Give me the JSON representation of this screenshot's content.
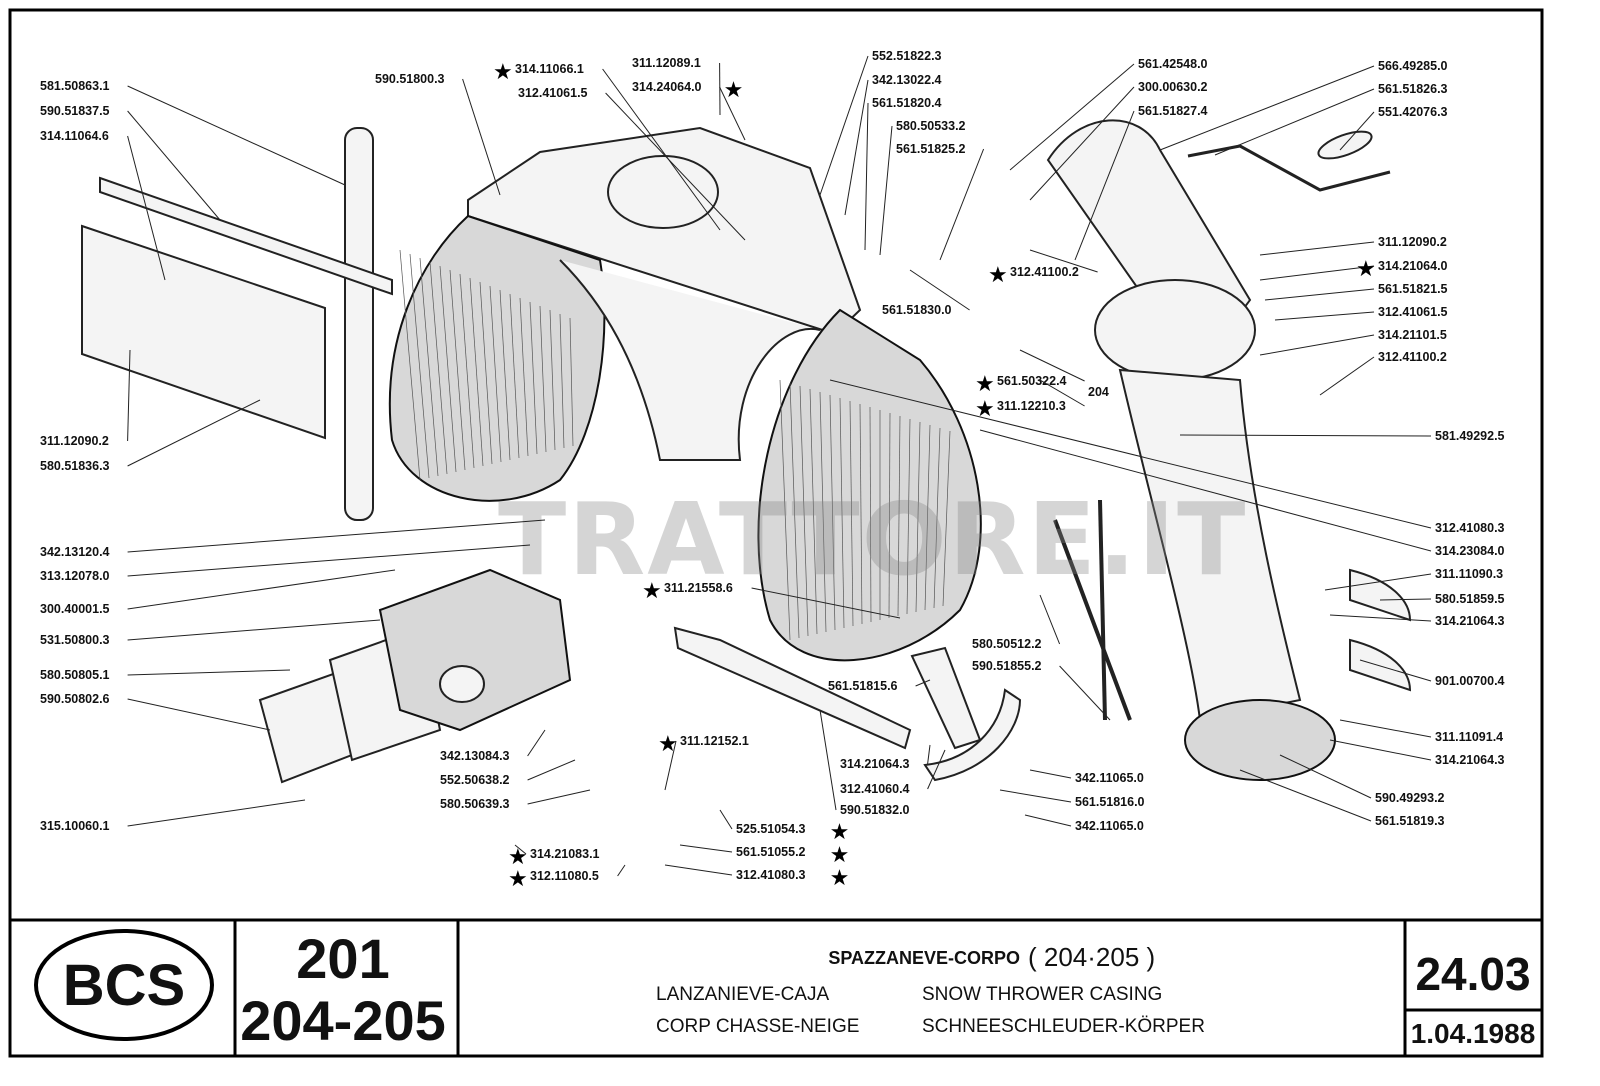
{
  "watermark": "TRATTORE.IT",
  "title_block": {
    "logo": "BCS",
    "models_line1": "201",
    "models_line2": "204-205",
    "title_it": "SPAZZANEVE-CORPO",
    "title_models": "( 204·205 )",
    "title_es": "LANZANIEVE-CAJA",
    "title_en": "SNOW THROWER CASING",
    "title_fr": "CORP CHASSE-NEIGE",
    "title_de": "SCHNEESCHLEUDER-KÖRPER",
    "page_number": "24.03",
    "date": "1.04.1988"
  },
  "callout_204": "204",
  "labels_left": [
    {
      "code": "581.50863.1",
      "star": false
    },
    {
      "code": "590.51837.5",
      "star": false
    },
    {
      "code": "314.11064.6",
      "star": false
    },
    {
      "code": "311.12090.2",
      "star": false
    },
    {
      "code": "580.51836.3",
      "star": false
    },
    {
      "code": "342.13120.4",
      "star": false
    },
    {
      "code": "313.12078.0",
      "star": false
    },
    {
      "code": "300.40001.5",
      "star": false
    },
    {
      "code": "531.50800.3",
      "star": false
    },
    {
      "code": "580.50805.1",
      "star": false
    },
    {
      "code": "590.50802.6",
      "star": false
    },
    {
      "code": "315.10060.1",
      "star": false
    }
  ],
  "labels_top": [
    {
      "code": "590.51800.3",
      "star": false
    },
    {
      "code": "314.11066.1",
      "star": true
    },
    {
      "code": "312.41061.5",
      "star": false
    },
    {
      "code": "311.12089.1",
      "star": false
    },
    {
      "code": "314.24064.0",
      "star": true
    },
    {
      "code": "552.51822.3",
      "star": false
    },
    {
      "code": "342.13022.4",
      "star": false
    },
    {
      "code": "561.51820.4",
      "star": false
    },
    {
      "code": "580.50533.2",
      "star": false
    },
    {
      "code": "561.51825.2",
      "star": false
    },
    {
      "code": "561.42548.0",
      "star": false
    },
    {
      "code": "300.00630.2",
      "star": false
    },
    {
      "code": "561.51827.4",
      "star": false
    }
  ],
  "labels_right": [
    {
      "code": "566.49285.0",
      "star": false
    },
    {
      "code": "561.51826.3",
      "star": false
    },
    {
      "code": "551.42076.3",
      "star": false
    },
    {
      "code": "311.12090.2",
      "star": false
    },
    {
      "code": "314.21064.0",
      "star": true
    },
    {
      "code": "561.51821.5",
      "star": false
    },
    {
      "code": "312.41061.5",
      "star": false
    },
    {
      "code": "314.21101.5",
      "star": false
    },
    {
      "code": "312.41100.2",
      "star": false
    },
    {
      "code": "581.49292.5",
      "star": false
    },
    {
      "code": "312.41080.3",
      "star": false
    },
    {
      "code": "314.23084.0",
      "star": false
    },
    {
      "code": "311.11090.3",
      "star": false
    },
    {
      "code": "580.51859.5",
      "star": false
    },
    {
      "code": "314.21064.3",
      "star": false
    },
    {
      "code": "901.00700.4",
      "star": false
    },
    {
      "code": "311.11091.4",
      "star": false
    },
    {
      "code": "314.21064.3",
      "star": false
    },
    {
      "code": "590.49293.2",
      "star": false
    },
    {
      "code": "561.51819.3",
      "star": false
    }
  ],
  "labels_middle": [
    {
      "code": "312.41100.2",
      "star": true
    },
    {
      "code": "561.51830.0",
      "star": false
    },
    {
      "code": "561.50322.4",
      "star": true
    },
    {
      "code": "311.12210.3",
      "star": true
    },
    {
      "code": "311.21558.6",
      "star": true
    },
    {
      "code": "580.50512.2",
      "star": false
    },
    {
      "code": "590.51855.2",
      "star": false
    },
    {
      "code": "561.51815.6",
      "star": false
    },
    {
      "code": "314.21064.3",
      "star": false
    },
    {
      "code": "312.41060.4",
      "star": false
    },
    {
      "code": "590.51832.0",
      "star": false
    },
    {
      "code": "342.11065.0",
      "star": false
    },
    {
      "code": "561.51816.0",
      "star": false
    },
    {
      "code": "342.11065.0",
      "star": false
    }
  ],
  "labels_bottom": [
    {
      "code": "342.13084.3",
      "star": false
    },
    {
      "code": "552.50638.2",
      "star": false
    },
    {
      "code": "580.50639.3",
      "star": false
    },
    {
      "code": "311.12152.1",
      "star": true
    },
    {
      "code": "525.51054.3",
      "star": true
    },
    {
      "code": "561.51055.2",
      "star": true
    },
    {
      "code": "312.41080.3",
      "star": true
    },
    {
      "code": "314.21083.1",
      "star": true
    },
    {
      "code": "312.11080.5",
      "star": true
    }
  ]
}
